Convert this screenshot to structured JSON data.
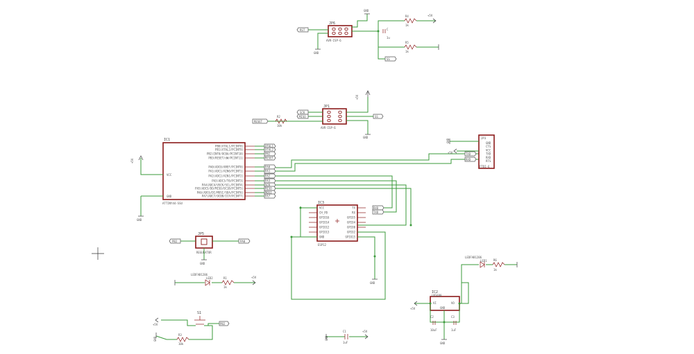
{
  "labels": {
    "top_gnd": "GND",
    "top_net_left": "RST",
    "jp_top_name": "JP6",
    "jp_top_value": "AVR-ISP-6",
    "top_gnd2": "GND",
    "r4_name": "R4",
    "r4_val": "1k",
    "vcc_top": "+5V",
    "r5_name": "R5",
    "r5_val": "1k",
    "c_top": "C",
    "c_top_val": "1u",
    "top_tag_right": "SS",
    "isp_vcc": "+5V",
    "reset_tag": "RESET",
    "r2_name": "R2",
    "r2_val": "10k",
    "jp1_name": "JP1",
    "jp1_value": "AVR-ISP-6",
    "isp_tag_l1": "SCK",
    "isp_tag_l2": "MISO",
    "isp_tag_r": "SS",
    "isp_gnd": "GND",
    "ic1_name": "IC1",
    "ic1_value": "ATTINY44-SSU",
    "ic1_vcc": "+5V",
    "ic1_gnd": "GND",
    "ic1_pin_vcc": "VCC",
    "ic1_pin_gnd": "GND",
    "ic1_pins": [
      "PB0(XTAL1/PCINT8)",
      "PB1(XTAL2/PCINT9)",
      "PB2(INT0/OC0A/PCINT10)",
      "PB3(RESET/dW/PCINT11)",
      "PA0(ADC0/AREF/PCINT0)",
      "PA1(ADC1/AIN0/PCINT1)",
      "PA2(ADC2/AIN1/PCINT2)",
      "PA3(ADC3/T0/PCINT3)",
      "PA4(ADC4/USCK/SCL/PCINT4)",
      "PA5(ADC5/DO/MISO/OC1B/PCINT5)",
      "PA6(ADC6/DI/MOSI/SDA/PCINT6)",
      "PA7(ADC7/OC0B/ICP/PCINT7)"
    ],
    "ic1_tags": [
      "XTAL1",
      "XTAL2",
      "PB2",
      "RESET",
      "PA0",
      "PA1",
      "PA2",
      "PA3",
      "SCK",
      "MISO",
      "MOSI",
      "PA7"
    ],
    "ftdi_name": "JP3",
    "ftdi_gnd": "GND",
    "ftdi_vcc": "+5V",
    "ftdi_pins": [
      "GND",
      "CTS",
      "VCC",
      "TXD",
      "RXD",
      "RTS"
    ],
    "ftdi_value": "FTDI-6",
    "ftdi_tag_1": "TXD",
    "ftdi_tag_2": "RXD",
    "ic_mid_name": "IC3",
    "ic_mid_value": "ESP12",
    "ic_mid_pins_l": [
      "VCC",
      "CH_PD",
      "GPIO16",
      "GPIO14",
      "GPIO12",
      "GPIO13",
      "GND"
    ],
    "ic_mid_pins_r": [
      "TX",
      "RX",
      "GPIO5",
      "GPIO4",
      "GPIO0",
      "GPIO2",
      "GPIO15"
    ],
    "ic_mid_tag_1": "RXD",
    "ic_mid_tag_2": "TXD",
    "ic_mid_gnd": "GND",
    "reg_name": "JP5",
    "reg_value": "REGULATOR",
    "reg_tag_l": "PB2",
    "reg_tag_r": "PA0",
    "reg_gnd": "GND",
    "led1_value": "LEDFAB1206",
    "led1_name": "LED2",
    "r1_name": "R1",
    "r1_val": "1k",
    "led1_vcc": "+5V",
    "led2_value": "LEDFAB1206",
    "led2_name": "LED1",
    "r6_name": "R6",
    "r6_val": "1k",
    "led2_gnd": "GND",
    "ic2_name": "IC2",
    "ic2_value": "LM3480",
    "ic2_pin_in": "VI",
    "ic2_pin_out": "VO",
    "ic2_pin_gnd": "GND",
    "ic2_vcc": "+5V",
    "c2_name": "C2",
    "c2_val": "10uF",
    "c3_name": "C3",
    "c3_val": "1uF",
    "ic2_gnd": "GND",
    "s1_name": "S1",
    "s1_vcc": "+5V",
    "s1_tag": "PB2",
    "s1_gnd": "GND",
    "r3_name": "R3",
    "r3_val": "10k",
    "c1_name": "C1",
    "c1_val": "1uF",
    "c1_gnd": "GND",
    "c1_vcc": "+5V"
  }
}
